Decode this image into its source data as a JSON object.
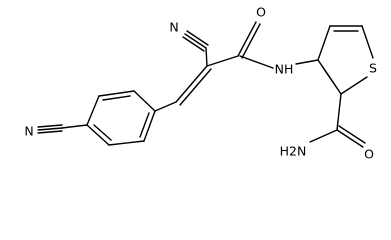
{
  "molecule": {
    "atoms": {
      "n_nitrile_top": "N",
      "o_amide_top": "O",
      "nh_linker": "NH",
      "s_thiophene": "S",
      "n_nitrile_left": "N",
      "h2n_amide": "H2N",
      "o_amide_bottom": "O"
    }
  },
  "colors": {
    "bond": "#000000",
    "label": "#000000",
    "background": "#ffffff"
  }
}
